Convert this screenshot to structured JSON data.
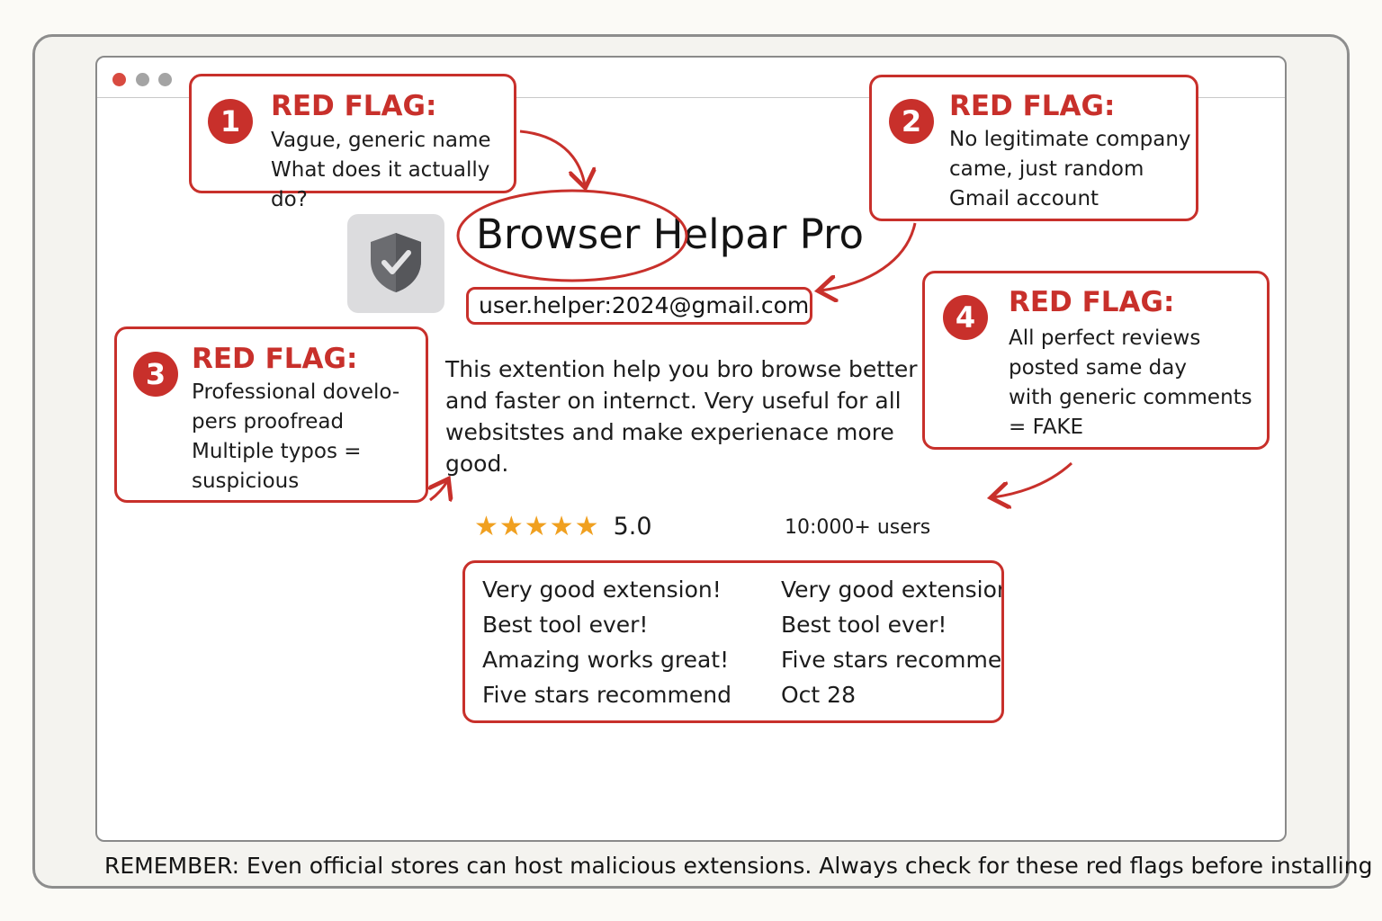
{
  "window": {
    "controls": [
      "close",
      "minimize",
      "maximize"
    ]
  },
  "callouts": [
    {
      "number": "1",
      "heading": "RED FLAG:",
      "text": "Vague, generic name\nWhat does it actually do?"
    },
    {
      "number": "2",
      "heading": "RED FLAG:",
      "text": "No legitimate company\ncame, just random\nGmail account"
    },
    {
      "number": "3",
      "heading": "RED FLAG:",
      "text": "Professional dovelo-\npers proofread\nMultiple typos =\nsuspicious"
    },
    {
      "number": "4",
      "heading": "RED FLAG:",
      "text": "All perfect reviews\nposted same day\nwith generic comments\n= FAKE"
    }
  ],
  "extension": {
    "icon": "shield-check-icon",
    "name": "Browser Helpar Pro",
    "developer_email": "user.helper:2024@gmail.com",
    "description": "This extention help you bro browse better and faster on internct. Very useful for all websitstes and make experienace more good.",
    "rating_stars": 5,
    "stars_text": "★★★★★",
    "rating_value": "5.0",
    "users": "10:000+ users"
  },
  "reviews": {
    "left": [
      "Very good extension!",
      "Best tool ever!",
      "Amazing works great!",
      "Five stars recommend"
    ],
    "right": [
      "Very good extension",
      "Best tool ever!",
      "Five stars recommend",
      "Oct 28"
    ]
  },
  "footer": {
    "label": "REMEMBER:",
    "text": " Even official stores can host malicious extensions. Always check for these red flags before installing"
  },
  "colors": {
    "accent_red": "#c8302b",
    "star": "#f0a020",
    "icon_tile": "#dcdcde",
    "shield": "#6b6c70"
  }
}
